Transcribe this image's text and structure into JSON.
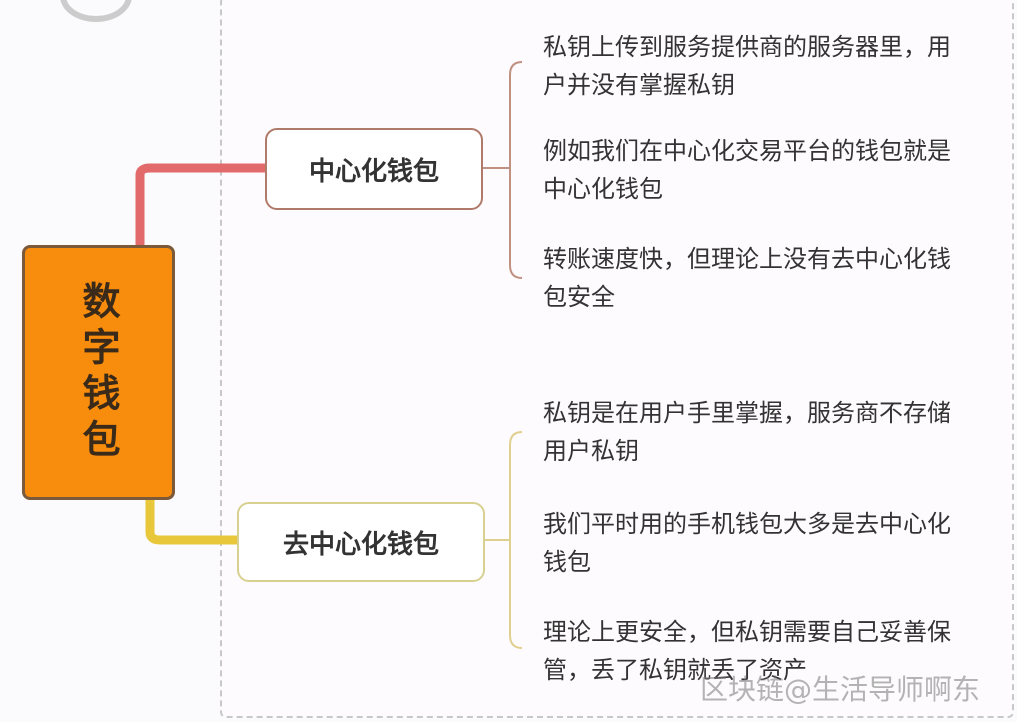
{
  "root": "数字钱包",
  "branches": [
    {
      "label": "中心化钱包",
      "color": "#e06060",
      "leaves": [
        "私钥上传到服务提供商的服务器里，用户并没有掌握私钥",
        "例如我们在中心化交易平台的钱包就是中心化钱包",
        "转账速度快，但理论上没有去中心化钱包安全"
      ]
    },
    {
      "label": "去中心化钱包",
      "color": "#e8c020",
      "leaves": [
        "私钥是在用户手里掌握，服务商不存储用户私钥",
        "我们平时用的手机钱包大多是去中心化钱包",
        "理论上更安全，但私钥需要自己妥善保管，丢了私钥就丢了资产"
      ]
    }
  ],
  "watermark": "区块链@生活导师啊东"
}
